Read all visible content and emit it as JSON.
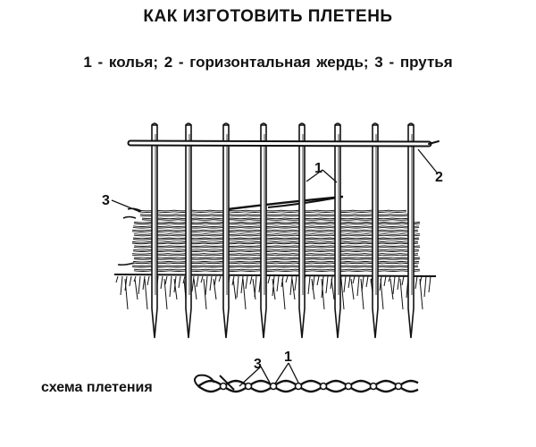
{
  "title": "КАК ИЗГОТОВИТЬ ПЛЕТЕНЬ",
  "legend": "1 - колья; 2 - горизонтальная жердь; 3 - прутья",
  "callouts": {
    "stake": "1",
    "rail": "2",
    "rods": "3",
    "scheme_stake": "1",
    "scheme_rods": "3"
  },
  "scheme_label": "схема плетения",
  "colors": {
    "ink": "#111111",
    "paper": "#ffffff"
  }
}
